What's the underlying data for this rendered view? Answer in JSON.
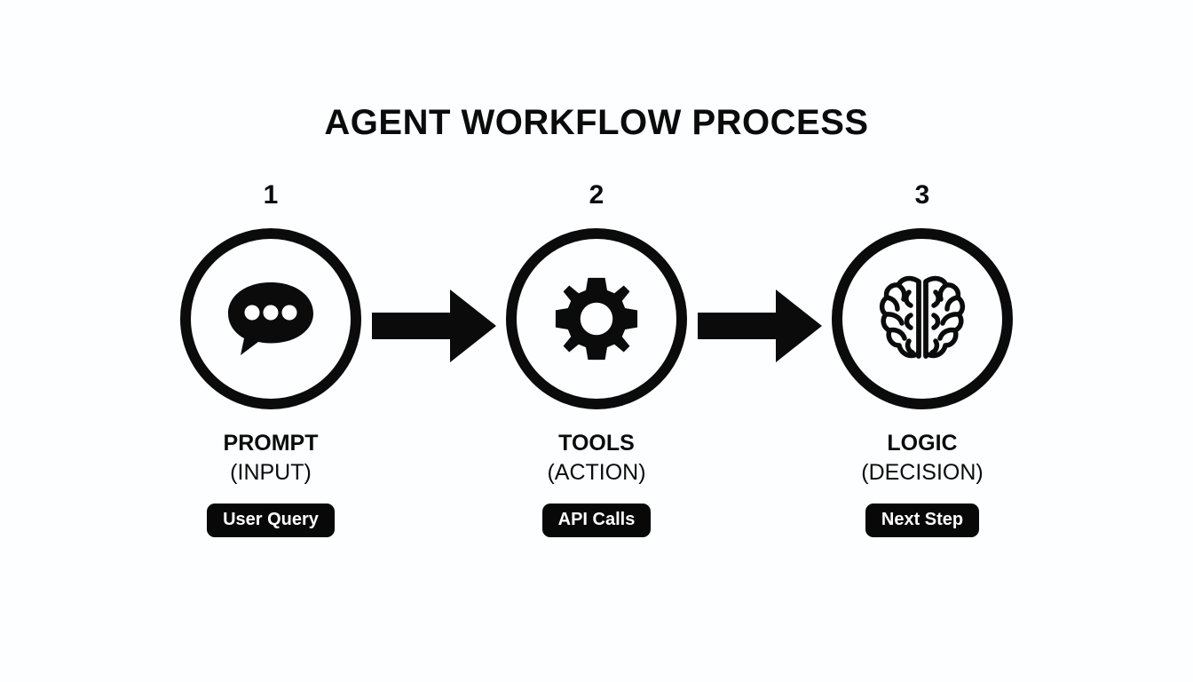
{
  "page": {
    "title": "AGENT WORKFLOW PROCESS",
    "background_color": "#fdfeff",
    "foreground_color": "#0b0b0b"
  },
  "steps": [
    {
      "number": "1",
      "icon": "chat-bubble-icon",
      "label": "PROMPT",
      "sublabel": "(INPUT)",
      "pill": "User Query"
    },
    {
      "number": "2",
      "icon": "gear-icon",
      "label": "TOOLS",
      "sublabel": "(ACTION)",
      "pill": "API Calls"
    },
    {
      "number": "3",
      "icon": "brain-icon",
      "label": "LOGIC",
      "sublabel": "(DECISION)",
      "pill": "Next Step"
    }
  ],
  "connectors": [
    {
      "icon": "arrow-right-icon",
      "from": "1",
      "to": "2"
    },
    {
      "icon": "arrow-right-icon",
      "from": "2",
      "to": "3"
    }
  ]
}
